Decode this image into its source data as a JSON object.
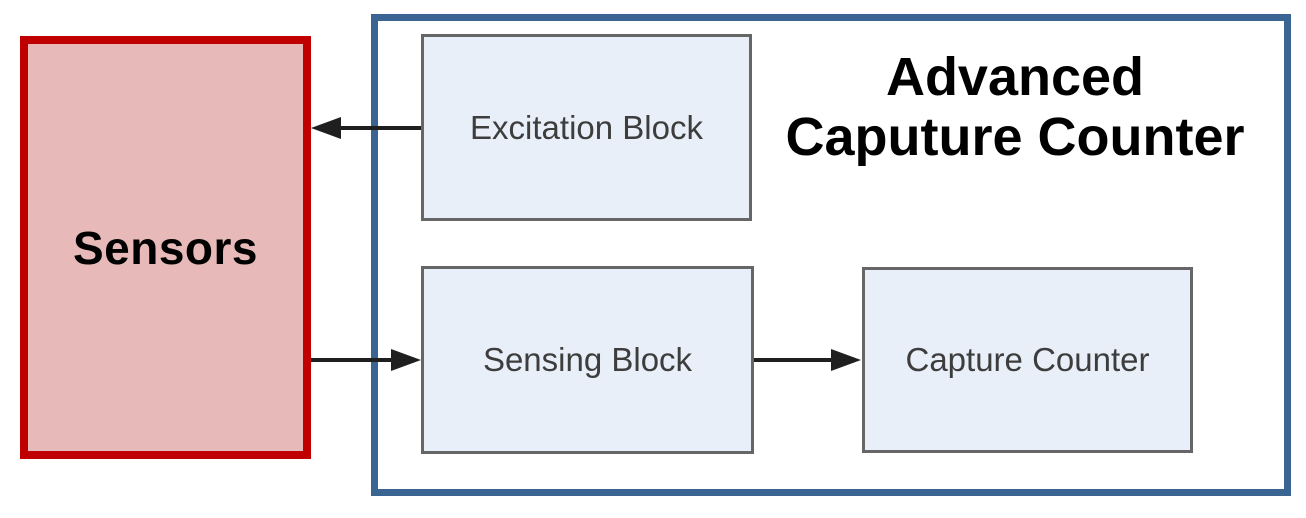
{
  "diagram": {
    "title": {
      "line1": "Advanced",
      "line2": "Caputure Counter"
    },
    "sensors": {
      "label": "Sensors"
    },
    "blocks": {
      "excitation": {
        "label": "Excitation Block"
      },
      "sensing": {
        "label": "Sensing Block"
      },
      "capture": {
        "label": "Capture Counter"
      }
    },
    "connections": [
      {
        "from": "Excitation Block",
        "to": "Sensors",
        "direction": "left"
      },
      {
        "from": "Sensors",
        "to": "Sensing Block",
        "direction": "right"
      },
      {
        "from": "Sensing Block",
        "to": "Capture Counter",
        "direction": "right"
      }
    ],
    "colors": {
      "sensors_border": "#c00000",
      "sensors_fill": "#e7b9b9",
      "container_border": "#3a6492",
      "block_border": "#666666",
      "block_fill": "#e9eff8",
      "block_label": "#3d3d3d",
      "title_text": "#000000",
      "arrow": "#1f1f1f"
    }
  }
}
